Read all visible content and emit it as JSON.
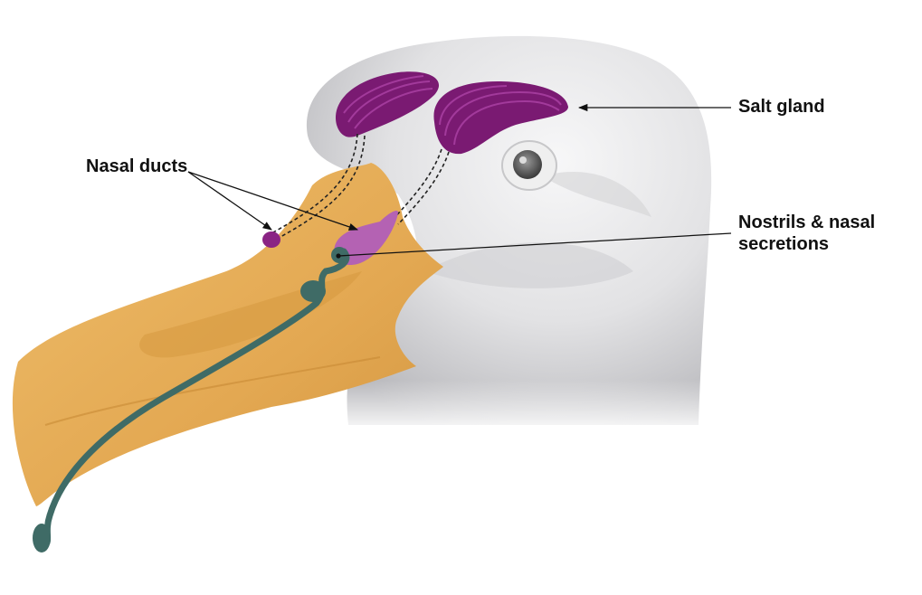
{
  "labels": {
    "salt_gland": "Salt gland",
    "nasal_ducts": "Nasal ducts",
    "nostrils_line1": "Nostrils & nasal",
    "nostrils_line2": "secretions"
  },
  "colors": {
    "head": "#e4e4e6",
    "head_shadow": "#b9b9bd",
    "beak": "#e8b158",
    "beak_dark": "#cf9440",
    "gland": "#7a1a72",
    "gland_stripe": "#a23a9b",
    "nostril": "#b462b3",
    "secretion": "#3f6b66",
    "line": "#111111"
  }
}
